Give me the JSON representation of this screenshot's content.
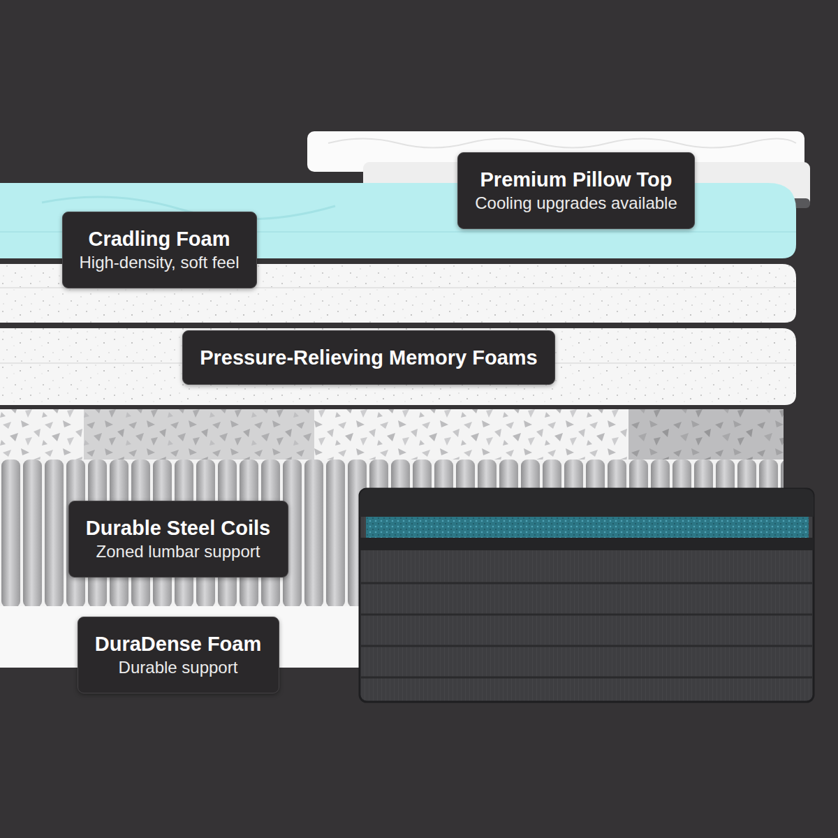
{
  "diagram": {
    "nodes": [
      {
        "text": [
          "Premium Pillow Top",
          "Cooling upgrades available"
        ]
      },
      {
        "text": [
          "Cradling Foam",
          "High-density, soft feel"
        ]
      },
      {
        "text": [
          "Pressure-Relieving Memory Foams"
        ]
      },
      {
        "text": [
          "Durable Steel Coils",
          "Zoned lumbar support"
        ]
      },
      {
        "text": [
          "DuraDense Foam",
          "Durable support"
        ]
      }
    ],
    "edges": []
  }
}
